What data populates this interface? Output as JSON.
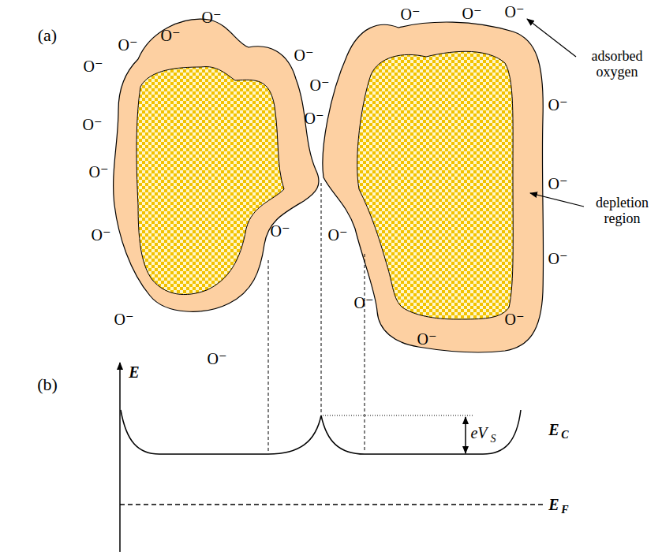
{
  "diagram": {
    "labels": [
      "(a)",
      "O⁻",
      "O⁻",
      "O⁻",
      "O⁻",
      "O⁻",
      "O⁻",
      "O⁻",
      "O⁻",
      "O⁻",
      "O⁻",
      "O⁻",
      "O⁻",
      "O⁻",
      "O⁻",
      "O⁻",
      "O⁻",
      "O⁻",
      "O⁻",
      "O⁻",
      "O⁻",
      "O⁻",
      "O⁻",
      "O⁻",
      "adsorbed oxygen",
      "depletion region",
      "(b)",
      "E",
      "eV",
      "S",
      "E",
      "C",
      "E",
      "F"
    ]
  }
}
